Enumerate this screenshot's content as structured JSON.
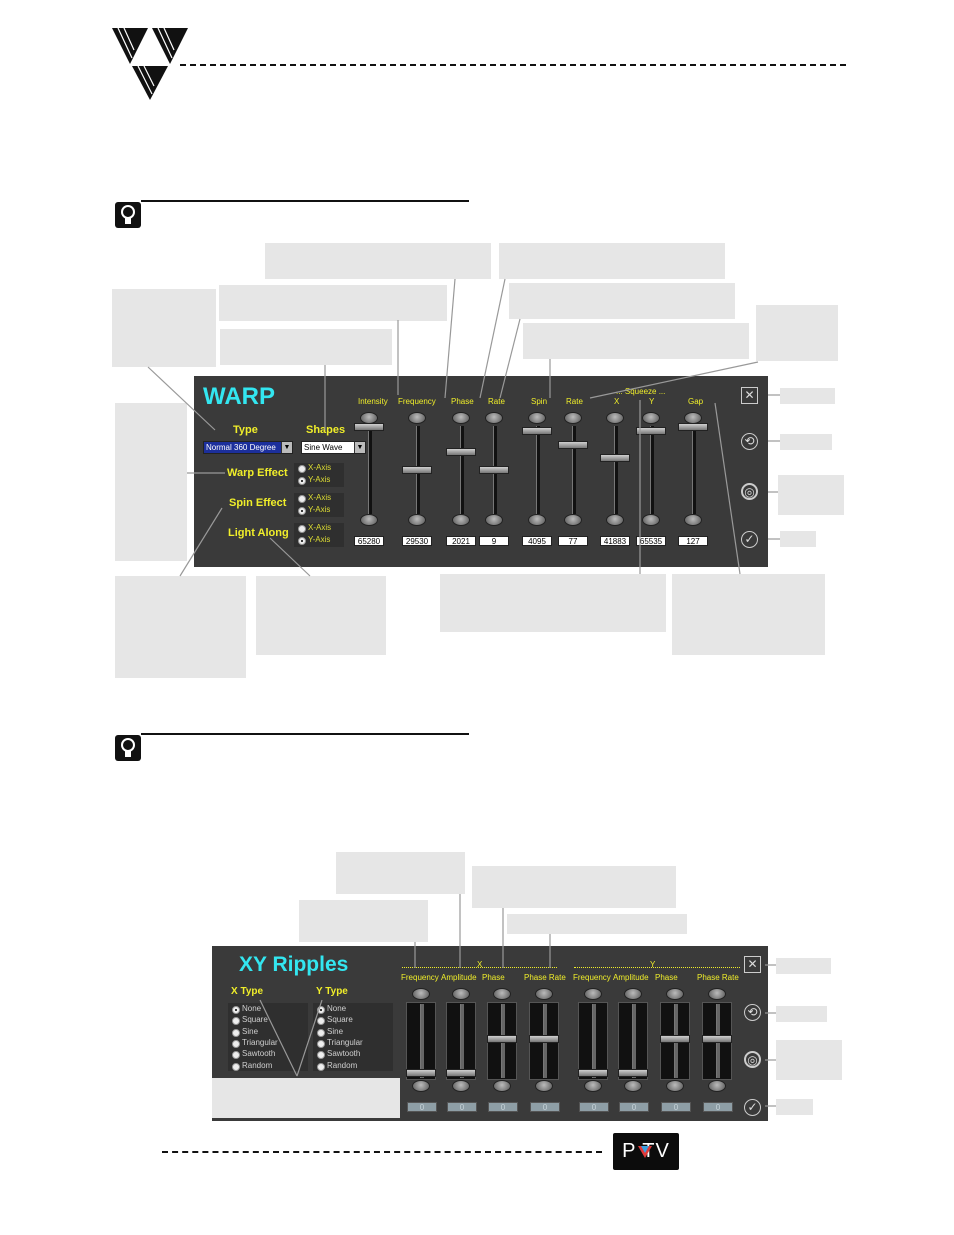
{
  "warp": {
    "title": "WARP",
    "type_label": "Type",
    "type_value": "Normal 360 Degree",
    "shapes_label": "Shapes",
    "shapes_value": "Sine Wave",
    "warp_effect_label": "Warp Effect",
    "spin_effect_label": "Spin Effect",
    "light_along_label": "Light Along",
    "axis_x": "X-Axis",
    "axis_y": "Y-Axis",
    "squeeze_label": "... Squeeze ...",
    "sliders": [
      {
        "label": "Intensity",
        "value": "65280"
      },
      {
        "label": "Frequency",
        "value": "29530"
      },
      {
        "label": "Phase",
        "value": "2021"
      },
      {
        "label": "Rate",
        "value": "9"
      },
      {
        "label": "Spin",
        "value": "4095"
      },
      {
        "label": "Rate",
        "value": "77"
      },
      {
        "label": "X",
        "value": "41883"
      },
      {
        "label": "Y",
        "value": "65535"
      },
      {
        "label": "Gap",
        "value": "127"
      }
    ]
  },
  "xy": {
    "title": "XY Ripples",
    "x_type_label": "X Type",
    "y_type_label": "Y Type",
    "types": [
      "None",
      "Square",
      "Sine",
      "Triangular",
      "Sawtooth",
      "Random"
    ],
    "x_group": "X",
    "y_group": "Y",
    "sliders": [
      {
        "label": "Frequency",
        "value": "0"
      },
      {
        "label": "Amplitude",
        "value": "0"
      },
      {
        "label": "Phase",
        "value": "0"
      },
      {
        "label": "Phase Rate",
        "value": "0"
      },
      {
        "label": "Frequency",
        "value": "0"
      },
      {
        "label": "Amplitude",
        "value": "0"
      },
      {
        "label": "Phase",
        "value": "0"
      },
      {
        "label": "Phase Rate",
        "value": "0"
      }
    ]
  },
  "footer": {
    "logo_text": "P TV"
  },
  "colors": {
    "panel": "#3a3a3a",
    "title": "#33e6f0",
    "label": "#f0ee2a",
    "callout": "#e6e6e6"
  },
  "icons": [
    "close-icon",
    "reset-icon",
    "target-icon",
    "check-icon",
    "lightbulb-icon"
  ]
}
